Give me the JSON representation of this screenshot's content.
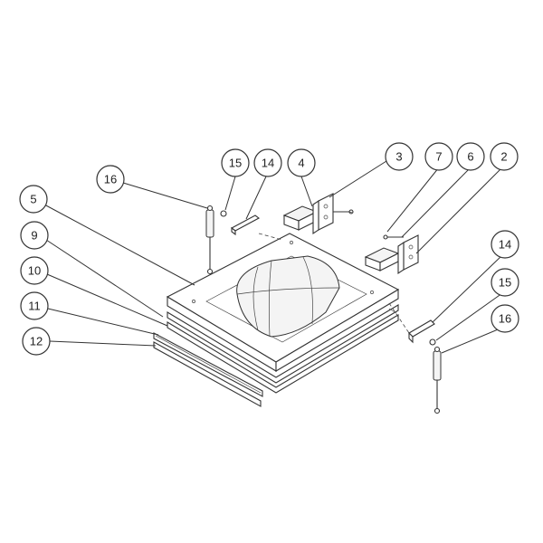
{
  "diagram": {
    "callouts": [
      {
        "id": "c16a",
        "label": "16"
      },
      {
        "id": "c15a",
        "label": "15"
      },
      {
        "id": "c14a",
        "label": "14"
      },
      {
        "id": "c4",
        "label": "4"
      },
      {
        "id": "c3",
        "label": "3"
      },
      {
        "id": "c7",
        "label": "7"
      },
      {
        "id": "c6",
        "label": "6"
      },
      {
        "id": "c2",
        "label": "2"
      },
      {
        "id": "c5",
        "label": "5"
      },
      {
        "id": "c9",
        "label": "9"
      },
      {
        "id": "c10",
        "label": "10"
      },
      {
        "id": "c11",
        "label": "11"
      },
      {
        "id": "c12",
        "label": "12"
      },
      {
        "id": "c14b",
        "label": "14"
      },
      {
        "id": "c15b",
        "label": "15"
      },
      {
        "id": "c16b",
        "label": "16"
      }
    ]
  }
}
